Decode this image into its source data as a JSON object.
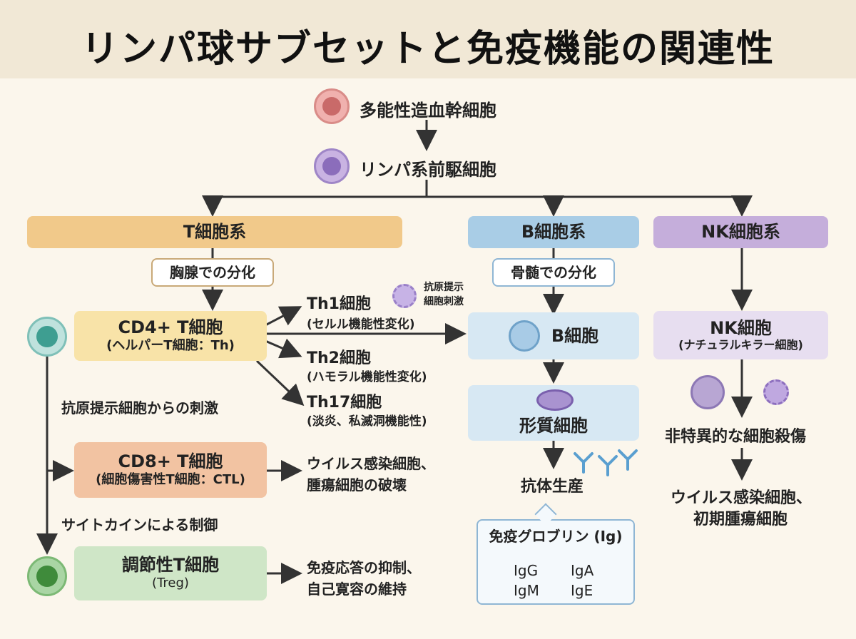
{
  "title": "リンパ球サブセットと免疫機能の関連性",
  "top": {
    "hsc": "多能性造血幹細胞",
    "progenitor": "リンパ系前駆細胞"
  },
  "lineages": {
    "t": "T細胞系",
    "b": "B細胞系",
    "nk": "NK細胞系"
  },
  "t_branch": {
    "thymus": "胸腺での分化",
    "cd4_title": "CD4+ T細胞",
    "cd4_sub": "(ヘルパーT細胞：Th)",
    "apc_note_1": "抗原提示",
    "apc_note_2": "細胞刺激",
    "th1_title": "Th1細胞",
    "th1_sub": "(セルル機能性変化)",
    "th2_title": "Th2細胞",
    "th2_sub": "(ハモラル機能性変化)",
    "th17_title": "Th17細胞",
    "th17_sub": "(淡炎、私滅洞機能性)",
    "apc_stim": "抗原提示細胞からの刺激",
    "cd8_title": "CD8+ T細胞",
    "cd8_sub": "(細胞傷害性T細胞：CTL)",
    "cd8_fn_1": "ウイルス感染細胞、",
    "cd8_fn_2": "腫瘍細胞の破壊",
    "cytokine": "サイトカインによる制御",
    "treg_title": "調節性T細胞",
    "treg_sub": "(Treg)",
    "treg_fn_1": "免疫応答の抑制、",
    "treg_fn_2": "自己寛容の維持"
  },
  "b_branch": {
    "marrow": "骨髄での分化",
    "b_cell": "B細胞",
    "plasma": "形質細胞",
    "antibody": "抗体生産",
    "ig_title": "免疫グロブリン (Ig)",
    "ig": [
      "IgG",
      "IgA",
      "IgM",
      "IgE"
    ]
  },
  "nk_branch": {
    "nk_title": "NK細胞",
    "nk_sub": "(ナチュラルキラー細胞)",
    "nonspecific": "非特異的な細胞殺傷",
    "target_1": "ウイルス感染細胞、",
    "target_2": "初期腫瘍細胞"
  },
  "colors": {
    "header_bg": "#f1e8d6",
    "t_lineage": "#f1c98a",
    "b_lineage": "#a9cde6",
    "nk_lineage": "#c5aedb",
    "cd4": "#f8e3a8",
    "cd8": "#f2c3a2",
    "treg": "#cfe6c7",
    "b_box": "#d7e8f3",
    "nk_box": "#e7def0"
  }
}
